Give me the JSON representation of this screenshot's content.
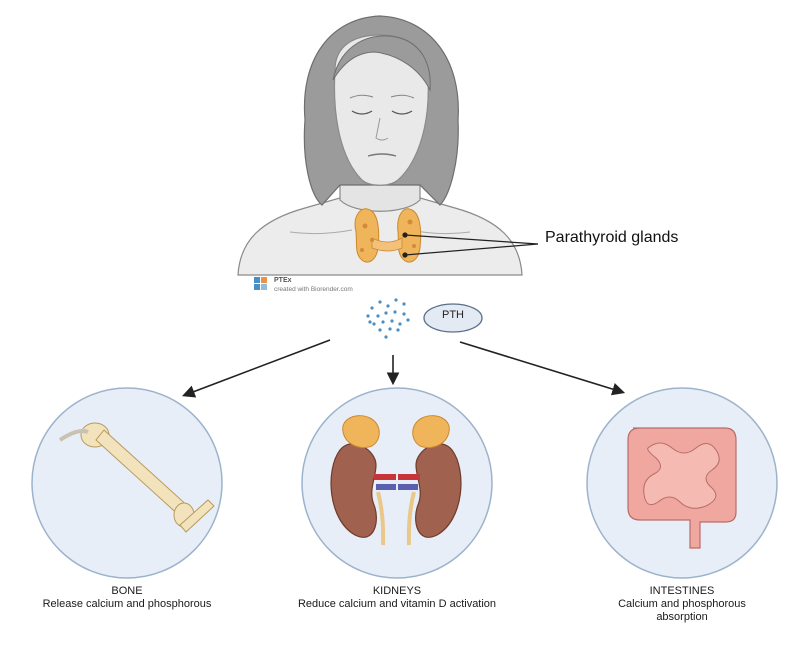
{
  "gland_label": "Parathyroid glands",
  "hormone_label": "PTH",
  "watermark": {
    "name": "PTEx",
    "credit": "created with Biorender.com"
  },
  "targets": [
    {
      "title": "BONE",
      "lines": [
        "Release calcium and phosphorous"
      ]
    },
    {
      "title": "KIDNEYS",
      "lines": [
        "Reduce calcium and vitamin D activation"
      ]
    },
    {
      "title": "INTESTINES",
      "lines": [
        "Calcium and phosphorous",
        "absorption"
      ]
    }
  ],
  "colors": {
    "skin": "#e6e6e6",
    "hair": "#9b9b9b",
    "gland": "#f0b45a",
    "circle_fill": "#e8eef7",
    "circle_stroke": "#9cb3cc",
    "pth_dots": "#4a8fc4",
    "kidney": "#a0624f",
    "intestine": "#f0a7a0"
  }
}
